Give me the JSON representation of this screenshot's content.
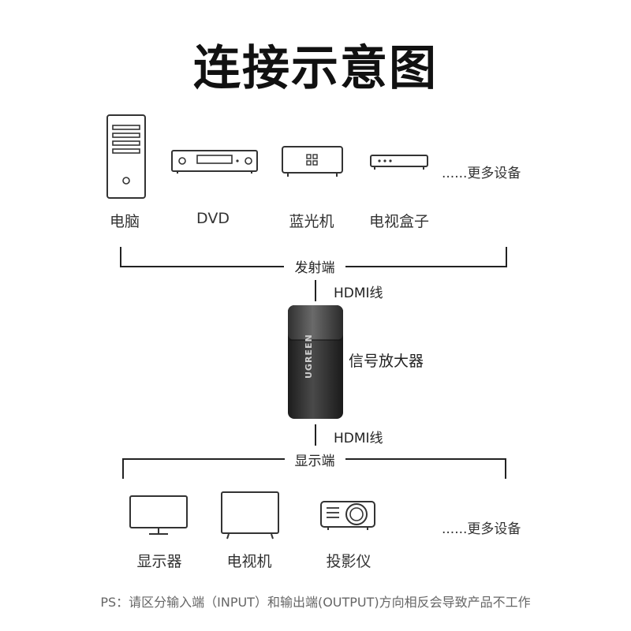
{
  "title": "连接示意图",
  "source_devices": [
    "电脑",
    "DVD",
    "蓝光机",
    "电视盒子"
  ],
  "source_more": "......更多设备",
  "source_label": "发射端",
  "cable_top": "HDMI线",
  "device_label": "信号放大器",
  "device_brand": "UGREEN",
  "cable_bottom": "HDMI线",
  "display_label": "显示端",
  "display_devices": [
    "显示器",
    "电视机",
    "投影仪"
  ],
  "display_more": "......更多设备",
  "note": "PS：请区分输入端（INPUT）和输出端(OUTPUT)方向相反会导致产品不工作",
  "icons": [
    "pc-tower-icon",
    "dvd-player-icon",
    "bluray-player-icon",
    "tv-box-icon",
    "monitor-icon",
    "tv-icon",
    "projector-icon"
  ]
}
